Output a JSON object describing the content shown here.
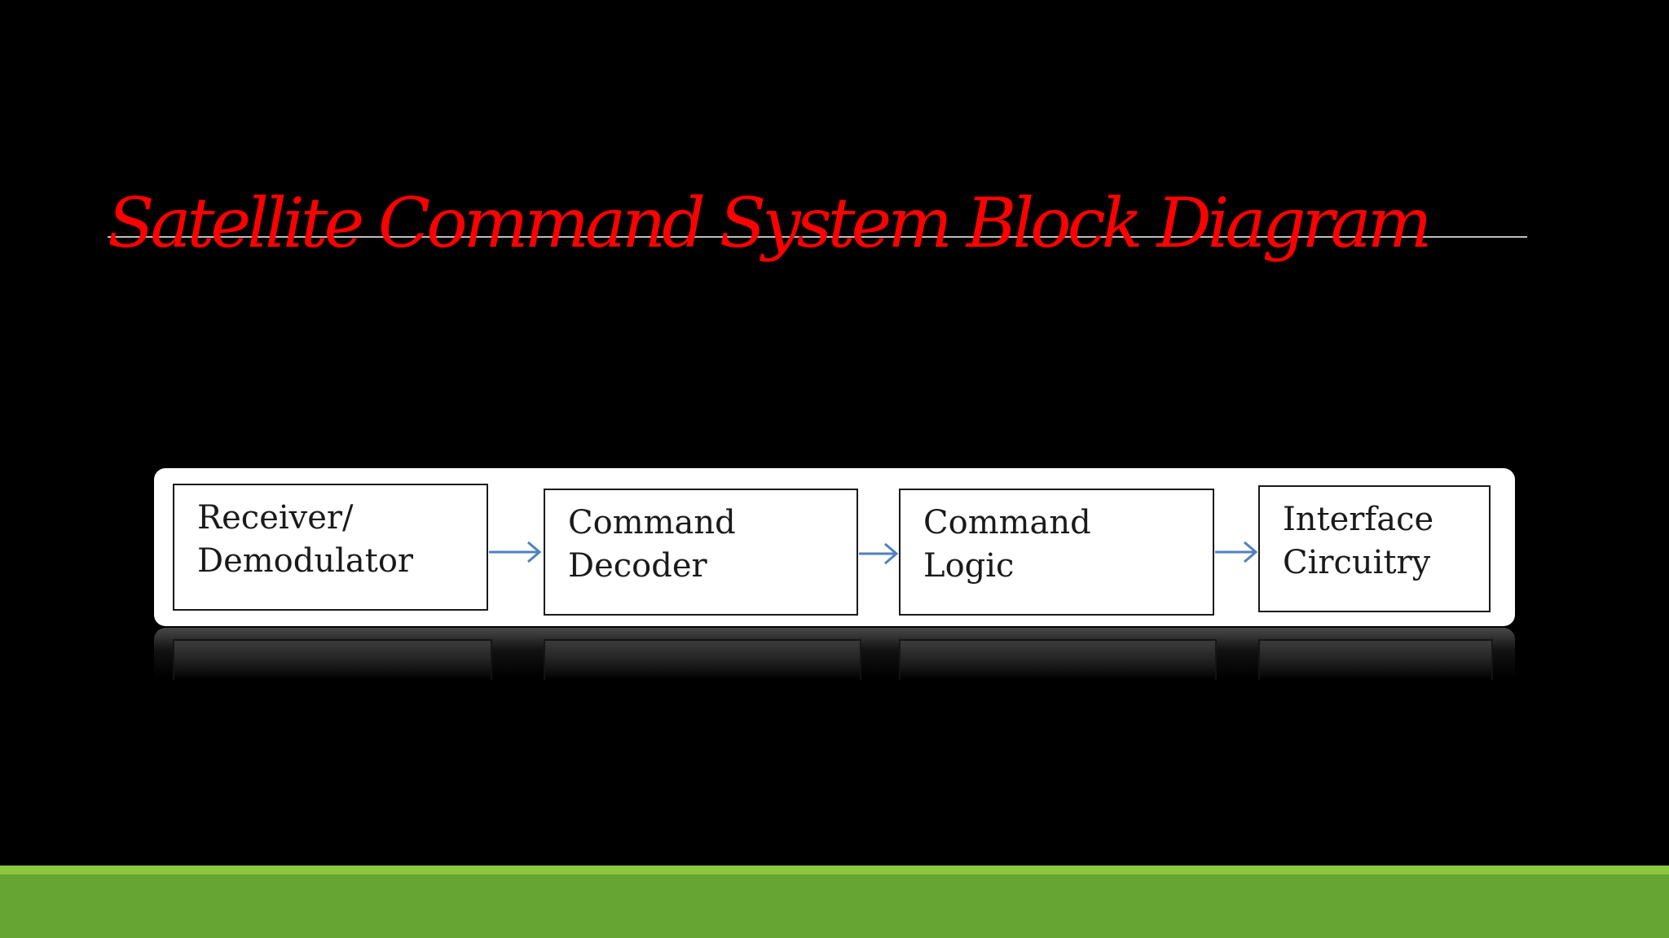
{
  "slide": {
    "title": "Satellite Command System Block Diagram",
    "title_color": "#ff0000",
    "background_color": "#000000",
    "footer_color": "#66a533",
    "footer_accent_color": "#8dc63f"
  },
  "diagram": {
    "arrow_color": "#4f81bd",
    "blocks": [
      {
        "line1": "Receiver/",
        "line2": "Demodulator"
      },
      {
        "line1": "Command",
        "line2": "Decoder"
      },
      {
        "line1": "Command",
        "line2": "Logic"
      },
      {
        "line1": "Interface",
        "line2": "Circuitry"
      }
    ]
  }
}
